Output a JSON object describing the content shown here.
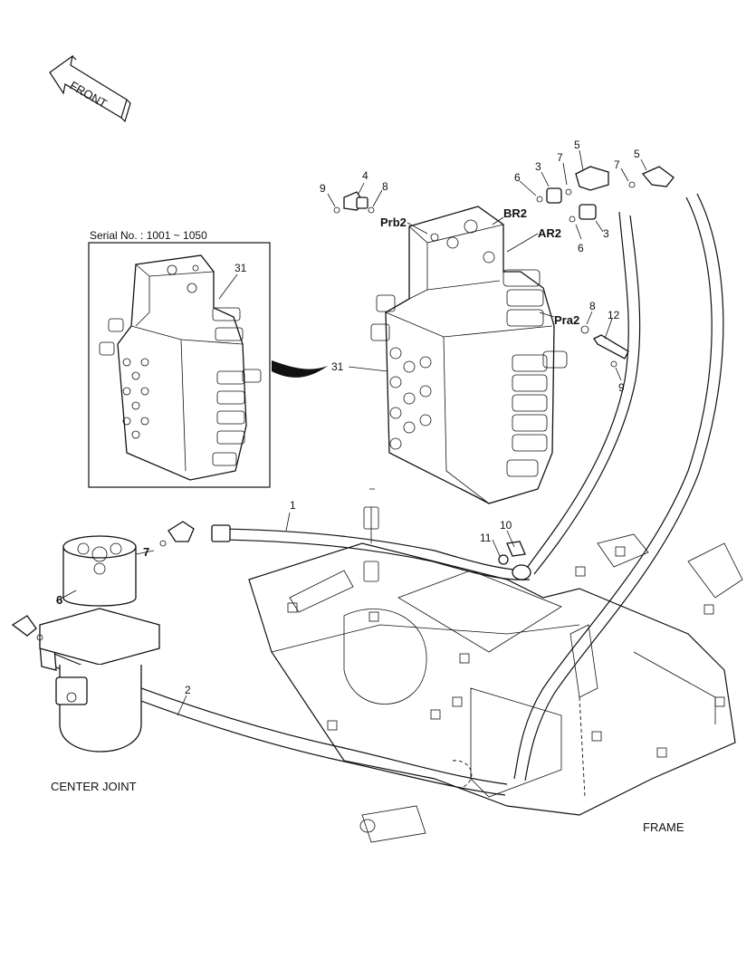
{
  "direction_arrow": {
    "label": "FRONT"
  },
  "inset": {
    "serial_label": "Serial No. : 1001 ~ 1050",
    "callout": "31"
  },
  "main_valve": {
    "callout": "31"
  },
  "ports": {
    "prb2": "Prb2",
    "br2": "BR2",
    "ar2": "AR2",
    "pra2": "Pra2"
  },
  "callouts": {
    "c1": "1",
    "c2": "2",
    "c3a": "3",
    "c3b": "3",
    "c4": "4",
    "c5a": "5",
    "c5b": "5",
    "c6a": "6",
    "c6b": "6",
    "c6c": "6",
    "c7a": "7",
    "c7b": "7",
    "c7c": "7",
    "c8a": "8",
    "c8b": "8",
    "c9a": "9",
    "c9b": "9",
    "c10": "10",
    "c11": "11",
    "c12": "12"
  },
  "captions": {
    "center_joint": "CENTER JOINT",
    "frame": "FRAME"
  }
}
